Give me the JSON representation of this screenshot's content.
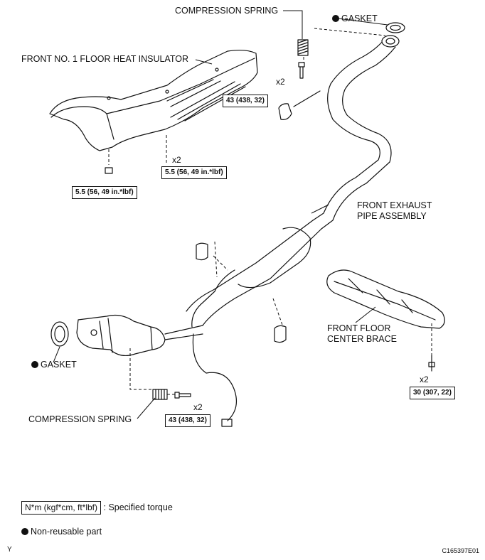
{
  "labels": {
    "compression_spring_top": "COMPRESSION SPRING",
    "gasket_top": "GASKET",
    "front_no1_floor_heat_insulator": "FRONT NO. 1 FLOOR HEAT INSULATOR",
    "front_exhaust_pipe_assembly_line1": "FRONT EXHAUST",
    "front_exhaust_pipe_assembly_line2": "PIPE ASSEMBLY",
    "front_floor_center_brace_line1": "FRONT FLOOR",
    "front_floor_center_brace_line2": "CENTER BRACE",
    "gasket_bottom": "GASKET",
    "compression_spring_bottom": "COMPRESSION SPRING"
  },
  "torques": {
    "top_bolt": "43 (438, 32)",
    "insulator_nut": "5.5 (56, 49 in.*lbf)",
    "insulator_bolt": "5.5 (56, 49 in.*lbf)",
    "brace_bolt": "30 (307, 22)",
    "bottom_bolt": "43 (438, 32)"
  },
  "multipliers": {
    "top_bolt": "x2",
    "insulator_bolt": "x2",
    "brace_bolt": "x2",
    "bottom_bolt": "x2"
  },
  "legend": {
    "torque_unit": "N*m (kgf*cm, ft*lbf)",
    "torque_desc": ": Specified torque",
    "non_reusable": "Non-reusable part"
  },
  "footer": {
    "left_mark": "Y",
    "code": "C165397E01"
  }
}
